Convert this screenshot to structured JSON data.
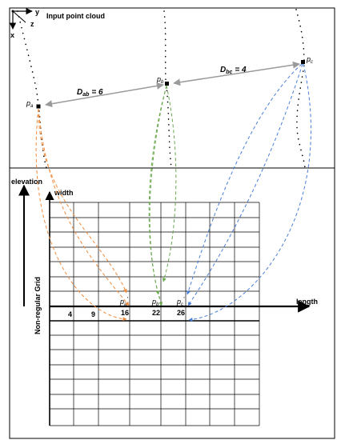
{
  "top_panel": {
    "title": "Input point cloud",
    "axes": {
      "y": "y",
      "z": "z",
      "x": "x"
    },
    "points": {
      "a": {
        "base": "p",
        "sub": "a"
      },
      "b": {
        "base": "p",
        "sub": "b"
      },
      "c": {
        "base": "p",
        "sub": "c"
      }
    },
    "distances": {
      "ab": {
        "base": "D",
        "sub": "ab",
        "value": "= 6"
      },
      "bc": {
        "base": "D",
        "sub": "bc",
        "value": "= 4"
      }
    }
  },
  "bottom_panel": {
    "elevation_label": "elevation",
    "width_label": "width",
    "length_label": "length",
    "side_label": "Non-regular Grid",
    "tick_labels": [
      "4",
      "9",
      "16",
      "22",
      "26"
    ],
    "projected": {
      "a": {
        "base": "p",
        "sub": "a",
        "prime": "′"
      },
      "b": {
        "base": "p",
        "sub": "b",
        "prime": "′"
      },
      "c": {
        "base": "p",
        "sub": "c",
        "prime": "′"
      }
    }
  },
  "colors": {
    "a": "#f08a3c",
    "b": "#6aa84f",
    "c": "#4a7fd8",
    "arrow": "#9a9a9a"
  }
}
